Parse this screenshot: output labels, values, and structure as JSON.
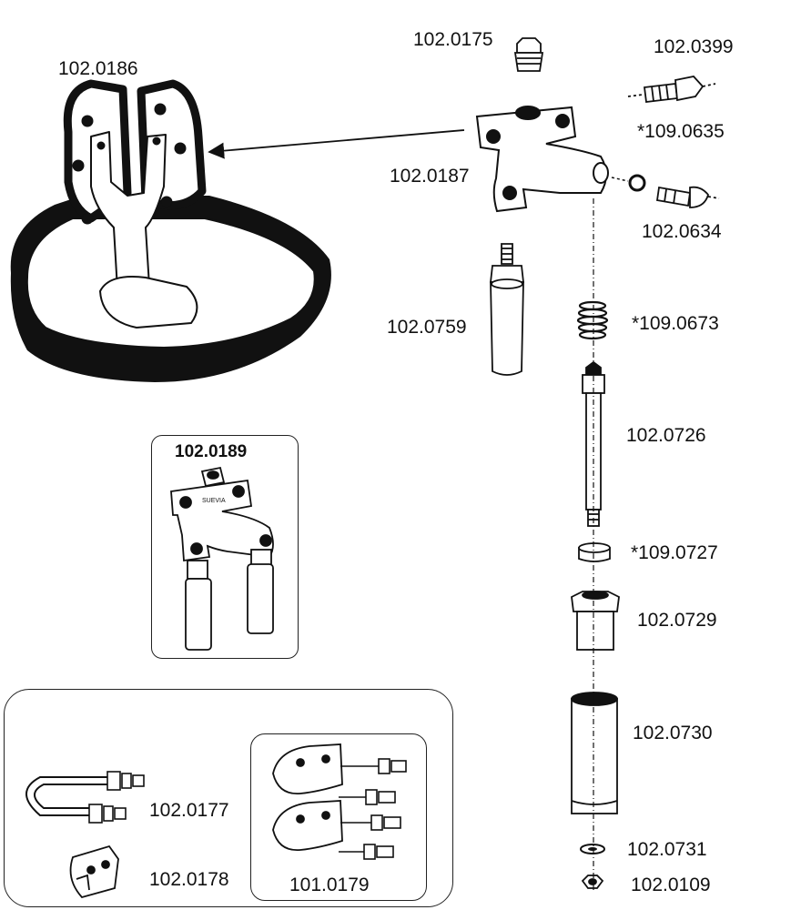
{
  "parts": {
    "p0186": "102.0186",
    "p0175": "102.0175",
    "p0399": "102.0399",
    "p0635": "*109.0635",
    "p0187": "102.0187",
    "p0634": "102.0634",
    "p0759": "102.0759",
    "p0673": "*109.0673",
    "p0726": "102.0726",
    "p0189": "102.0189",
    "p0727": "*109.0727",
    "p0729": "102.0729",
    "p0730": "102.0730",
    "p0177": "102.0177",
    "p0178": "102.0178",
    "p0179": "101.0179",
    "p0731": "102.0731",
    "p0109": "102.0109"
  },
  "brand_mark": "SUEVIA"
}
